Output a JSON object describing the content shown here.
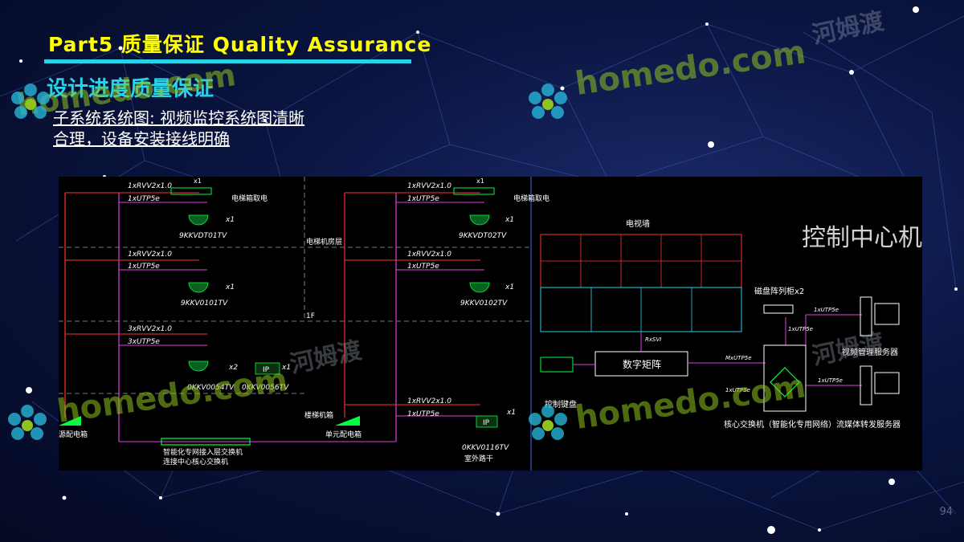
{
  "slide": {
    "title": "Part5 质量保证 Quality Assurance",
    "subtitle": "设计进度质量保证",
    "desc_line1": "子系统系统图: 视频监控系统图清晰",
    "desc_line2": "合理，设备安装接线明确",
    "page_number": "94"
  },
  "watermark": {
    "brand": "homedo.com",
    "cn": "河姆渡"
  },
  "diagram": {
    "control_room": "控制中心机房",
    "video_wall": "电视墙",
    "matrix": "数字矩阵",
    "keyboard": "控制键盘",
    "storage": "磁盘阵列柜x2",
    "mgmt_server": "视频管理服务器",
    "stream_server": "流媒体转发服务器",
    "core_switch": "核心交换机（智能化专用网络）",
    "elevator_room": "电梯机房层",
    "floor_1f": "1F",
    "elevator_power": "电梯箱取电",
    "access_switch_1": "智能化专网接入层交换机",
    "access_switch_2": "连接中心核心交换机",
    "unit_box": "单元配电箱",
    "stair_box": "楼梯机箱",
    "outdoor": "室外路干",
    "box_left": "源配电箱",
    "cable_a": "1xRVV2x1.0",
    "cable_b": "1xUTP5e",
    "cable_c": "3xRVV2x1.0",
    "cable_d": "3xUTP5e",
    "x1": "x1",
    "x2": "x2",
    "cam_1": "9KKVDT01TV",
    "cam_2": "9KKVDT02TV",
    "cam_3": "9KKV0101TV",
    "cam_4": "9KKV0102TV",
    "cam_5": "0KKV0054TV",
    "cam_6": "0KKV0056TV",
    "cam_7": "0KKV0116TV",
    "ip": "IP",
    "link_1": "1xUTP5e",
    "link_2": "1xUTP5e",
    "link_3": "MxUTP5e",
    "link_4": "1xUTP5e",
    "link_5": "1xUTP5e",
    "link_6": "RxSVI"
  }
}
